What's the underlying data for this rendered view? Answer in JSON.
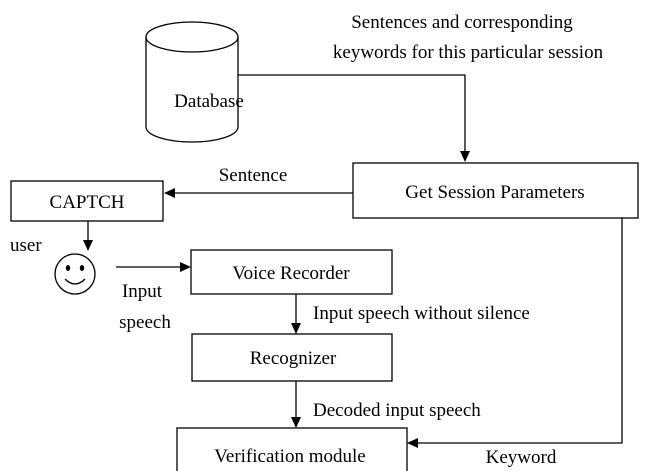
{
  "nodes": {
    "database": "Database",
    "get_session_parameters": "Get Session Parameters",
    "captcha": "CAPTCH",
    "voice_recorder": "Voice Recorder",
    "recognizer": "Recognizer",
    "verification_module": "Verification module"
  },
  "labels": {
    "sentences_keywords_line1": "Sentences and corresponding",
    "sentences_keywords_line2": "keywords for this particular session",
    "sentence": "Sentence",
    "user": "user",
    "input_speech_line1": "Input",
    "input_speech_line2": "speech",
    "input_speech_without_silence": "Input speech without silence",
    "decoded_input_speech": "Decoded input speech",
    "keyword": "Keyword"
  },
  "icons": {
    "user": "smiley-face-icon"
  }
}
